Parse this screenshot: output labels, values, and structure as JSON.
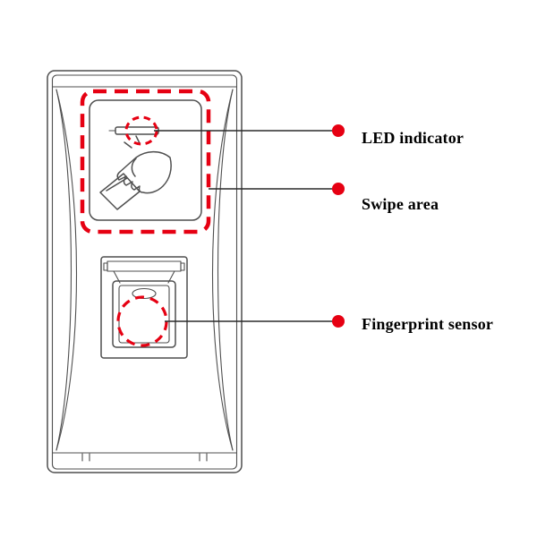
{
  "diagram": {
    "callouts": [
      {
        "id": "led-indicator",
        "label": "LED indicator"
      },
      {
        "id": "swipe-area",
        "label": "Swipe area"
      },
      {
        "id": "fingerprint-sensor",
        "label": "Fingerprint sensor"
      }
    ],
    "colors": {
      "accent": "#e60012",
      "outline": "#4f4f4f",
      "callout-line": "#2b2b2b",
      "text": "#000000",
      "background": "#ffffff"
    }
  }
}
